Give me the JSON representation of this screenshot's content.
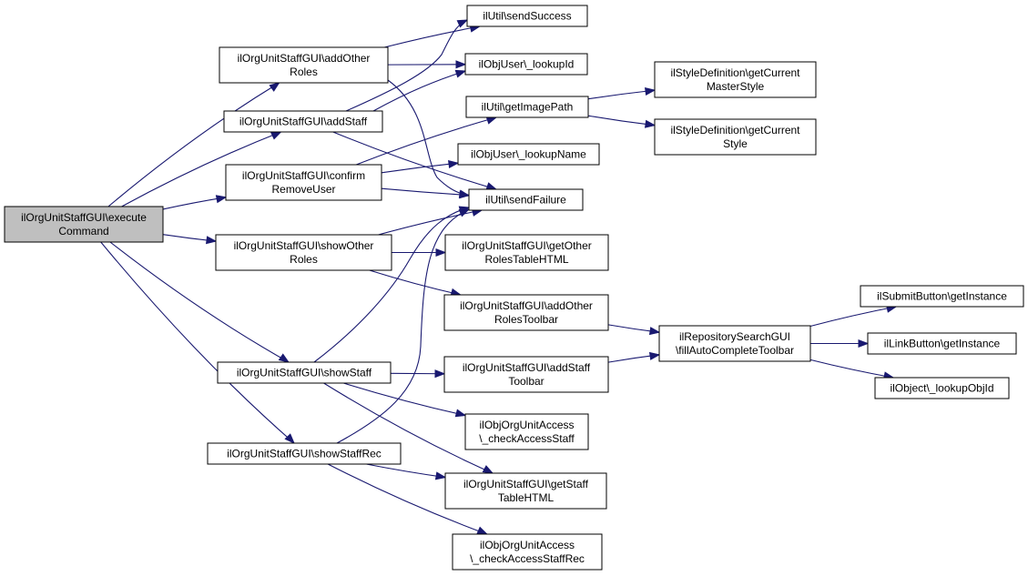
{
  "graph": {
    "nodes": [
      {
        "id": "executeCommand",
        "lines": [
          "ilOrgUnitStaffGUI\\execute",
          "Command"
        ],
        "root": true
      },
      {
        "id": "addOtherRoles",
        "lines": [
          "ilOrgUnitStaffGUI\\addOther",
          "Roles"
        ]
      },
      {
        "id": "addStaff",
        "lines": [
          "ilOrgUnitStaffGUI\\addStaff"
        ]
      },
      {
        "id": "confirmRemoveUser",
        "lines": [
          "ilOrgUnitStaffGUI\\confirm",
          "RemoveUser"
        ]
      },
      {
        "id": "showOtherRoles",
        "lines": [
          "ilOrgUnitStaffGUI\\showOther",
          "Roles"
        ]
      },
      {
        "id": "showStaff",
        "lines": [
          "ilOrgUnitStaffGUI\\showStaff"
        ]
      },
      {
        "id": "showStaffRec",
        "lines": [
          "ilOrgUnitStaffGUI\\showStaffRec"
        ]
      },
      {
        "id": "sendSuccess",
        "lines": [
          "ilUtil\\sendSuccess"
        ]
      },
      {
        "id": "lookupId",
        "lines": [
          "ilObjUser\\_lookupId"
        ]
      },
      {
        "id": "getImagePath",
        "lines": [
          "ilUtil\\getImagePath"
        ]
      },
      {
        "id": "lookupName",
        "lines": [
          "ilObjUser\\_lookupName"
        ]
      },
      {
        "id": "sendFailure",
        "lines": [
          "ilUtil\\sendFailure"
        ]
      },
      {
        "id": "getOtherRolesTableHTML",
        "lines": [
          "ilOrgUnitStaffGUI\\getOther",
          "RolesTableHTML"
        ]
      },
      {
        "id": "addOtherRolesToolbar",
        "lines": [
          "ilOrgUnitStaffGUI\\addOther",
          "RolesToolbar"
        ]
      },
      {
        "id": "addStaffToolbar",
        "lines": [
          "ilOrgUnitStaffGUI\\addStaff",
          "Toolbar"
        ]
      },
      {
        "id": "checkAccessStaff",
        "lines": [
          "ilObjOrgUnitAccess",
          "\\_checkAccessStaff"
        ]
      },
      {
        "id": "getStaffTableHTML",
        "lines": [
          "ilOrgUnitStaffGUI\\getStaff",
          "TableHTML"
        ]
      },
      {
        "id": "checkAccessStaffRec",
        "lines": [
          "ilObjOrgUnitAccess",
          "\\_checkAccessStaffRec"
        ]
      },
      {
        "id": "getCurrentMasterStyle",
        "lines": [
          "ilStyleDefinition\\getCurrent",
          "MasterStyle"
        ]
      },
      {
        "id": "getCurrentStyle",
        "lines": [
          "ilStyleDefinition\\getCurrent",
          "Style"
        ]
      },
      {
        "id": "fillAutoCompleteToolbar",
        "lines": [
          "ilRepositorySearchGUI",
          "\\fillAutoCompleteToolbar"
        ]
      },
      {
        "id": "submitGetInstance",
        "lines": [
          "ilSubmitButton\\getInstance"
        ]
      },
      {
        "id": "linkGetInstance",
        "lines": [
          "ilLinkButton\\getInstance"
        ]
      },
      {
        "id": "lookupObjId",
        "lines": [
          "ilObject\\_lookupObjId"
        ]
      }
    ],
    "edges": [
      [
        "executeCommand",
        "addOtherRoles"
      ],
      [
        "executeCommand",
        "addStaff"
      ],
      [
        "executeCommand",
        "confirmRemoveUser"
      ],
      [
        "executeCommand",
        "showOtherRoles"
      ],
      [
        "executeCommand",
        "showStaff"
      ],
      [
        "executeCommand",
        "showStaffRec"
      ],
      [
        "addOtherRoles",
        "sendSuccess"
      ],
      [
        "addOtherRoles",
        "lookupId"
      ],
      [
        "addOtherRoles",
        "sendFailure"
      ],
      [
        "addStaff",
        "sendSuccess"
      ],
      [
        "addStaff",
        "lookupId"
      ],
      [
        "addStaff",
        "sendFailure"
      ],
      [
        "confirmRemoveUser",
        "getImagePath"
      ],
      [
        "confirmRemoveUser",
        "lookupName"
      ],
      [
        "confirmRemoveUser",
        "sendFailure"
      ],
      [
        "showOtherRoles",
        "sendFailure"
      ],
      [
        "showOtherRoles",
        "getOtherRolesTableHTML"
      ],
      [
        "showOtherRoles",
        "addOtherRolesToolbar"
      ],
      [
        "showStaff",
        "sendFailure"
      ],
      [
        "showStaff",
        "addStaffToolbar"
      ],
      [
        "showStaff",
        "checkAccessStaff"
      ],
      [
        "showStaff",
        "getStaffTableHTML"
      ],
      [
        "showStaffRec",
        "sendFailure"
      ],
      [
        "showStaffRec",
        "getStaffTableHTML"
      ],
      [
        "showStaffRec",
        "checkAccessStaffRec"
      ],
      [
        "getImagePath",
        "getCurrentMasterStyle"
      ],
      [
        "getImagePath",
        "getCurrentStyle"
      ],
      [
        "addOtherRolesToolbar",
        "fillAutoCompleteToolbar"
      ],
      [
        "addStaffToolbar",
        "fillAutoCompleteToolbar"
      ],
      [
        "fillAutoCompleteToolbar",
        "submitGetInstance"
      ],
      [
        "fillAutoCompleteToolbar",
        "linkGetInstance"
      ],
      [
        "fillAutoCompleteToolbar",
        "lookupObjId"
      ]
    ],
    "colors": {
      "edge": "#191970",
      "root_fill": "#bfbfbf",
      "node_fill": "#ffffff",
      "border": "#000000"
    }
  }
}
